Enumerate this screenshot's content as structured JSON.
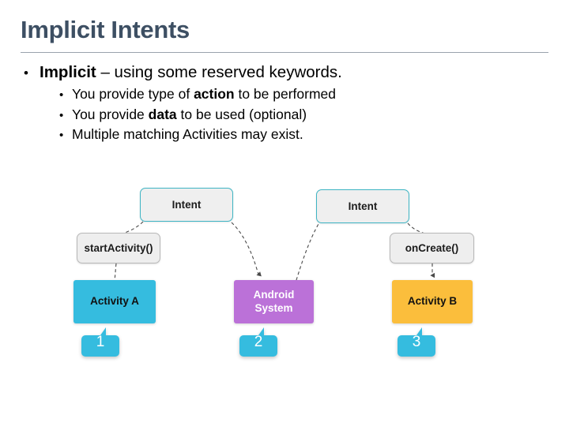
{
  "slide": {
    "title": "Implicit Intents",
    "bullets": [
      {
        "level": 1,
        "marker": "•",
        "parts": [
          {
            "text": "Implicit",
            "bold": true
          },
          {
            "text": " – using some reserved keywords.",
            "bold": false
          }
        ]
      },
      {
        "level": 2,
        "marker": "•",
        "parts": [
          {
            "text": "You provide type of ",
            "bold": false
          },
          {
            "text": "action",
            "bold": true
          },
          {
            "text": " to be performed",
            "bold": false
          }
        ]
      },
      {
        "level": 2,
        "marker": "•",
        "parts": [
          {
            "text": "You provide ",
            "bold": false
          },
          {
            "text": "data",
            "bold": true
          },
          {
            "text": " to be used (optional)",
            "bold": false
          }
        ]
      },
      {
        "level": 2,
        "marker": "•",
        "parts": [
          {
            "text": "Multiple matching Activities may exist.",
            "bold": false
          }
        ]
      }
    ]
  },
  "diagram": {
    "nodes": {
      "intent_left": {
        "label": "Intent"
      },
      "intent_right": {
        "label": "Intent"
      },
      "start_activity": {
        "label": "startActivity()"
      },
      "on_create": {
        "label": "onCreate()"
      },
      "activity_a": {
        "label": "Activity A"
      },
      "android_system": {
        "label": "Android\nSystem",
        "line1": "Android",
        "line2": "System"
      },
      "activity_b": {
        "label": "Activity B"
      }
    },
    "badges": [
      {
        "number": "1"
      },
      {
        "number": "2"
      },
      {
        "number": "3"
      }
    ],
    "colors": {
      "intent_border": "#3fb5c4",
      "intent_fill": "#efefef",
      "method_fill": "#eeeeee",
      "method_border": "#b8b8b8",
      "activity_a": "#35bcdf",
      "android_system": "#bb71d8",
      "activity_b": "#fbbe3c",
      "badge": "#35bcdf",
      "connector": "#4a4a4a",
      "title": "#3d4f63"
    }
  }
}
